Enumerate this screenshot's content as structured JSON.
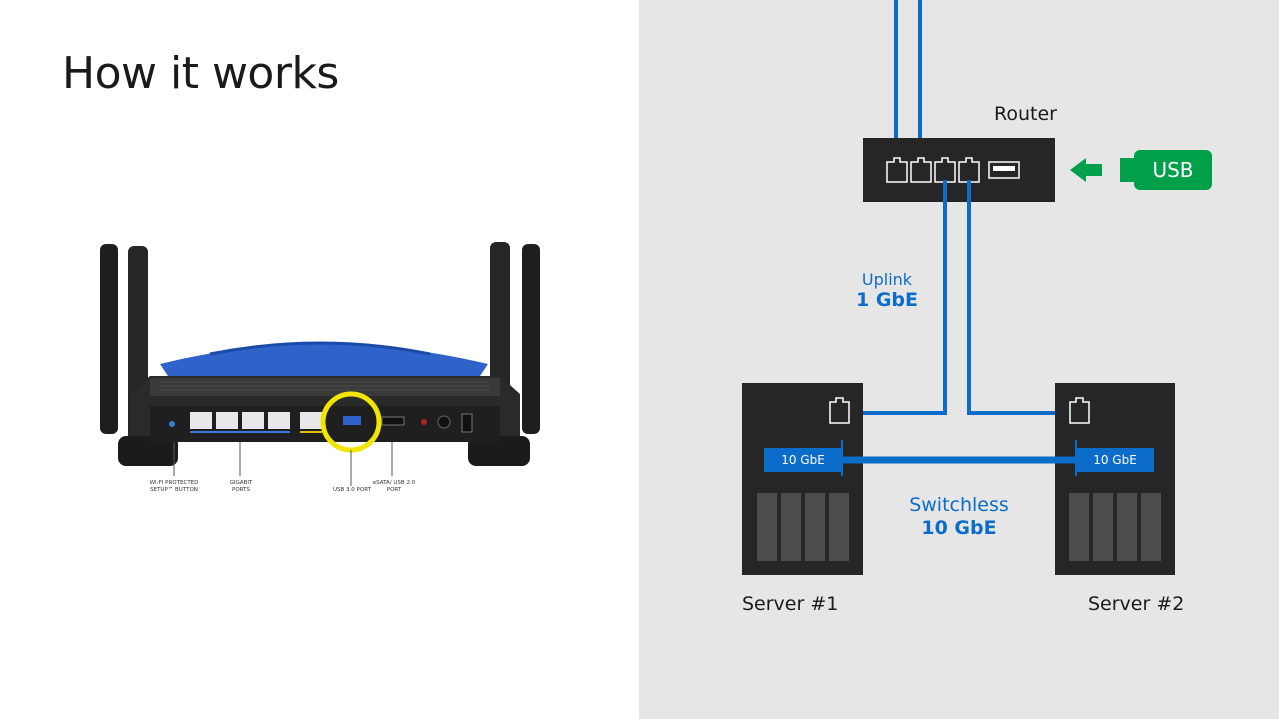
{
  "slide": {
    "title": "How it works"
  },
  "router_photo": {
    "labels": {
      "wps": "WI-FI PROTECTED SETUP™ BUTTON",
      "gigabit": "GIGABIT PORTS",
      "usb3": "USB 3.0 PORT",
      "esata": "eSATA/ USB 2.0 PORT"
    },
    "highlight_color": "#f2e600"
  },
  "diagram": {
    "router_label": "Router",
    "usb_label": "USB",
    "uplink_label": "Uplink",
    "uplink_speed": "1 GbE",
    "switchless_label": "Switchless",
    "switchless_speed": "10 GbE",
    "server1_label": "Server #1",
    "server2_label": "Server #2",
    "nic1_label": "10 GbE",
    "nic2_label": "10 GbE"
  },
  "colors": {
    "link_blue": "#0b6cc9",
    "usb_green": "#00a04a",
    "device_dark": "#262626",
    "panel_gray": "#e6e6e6"
  }
}
